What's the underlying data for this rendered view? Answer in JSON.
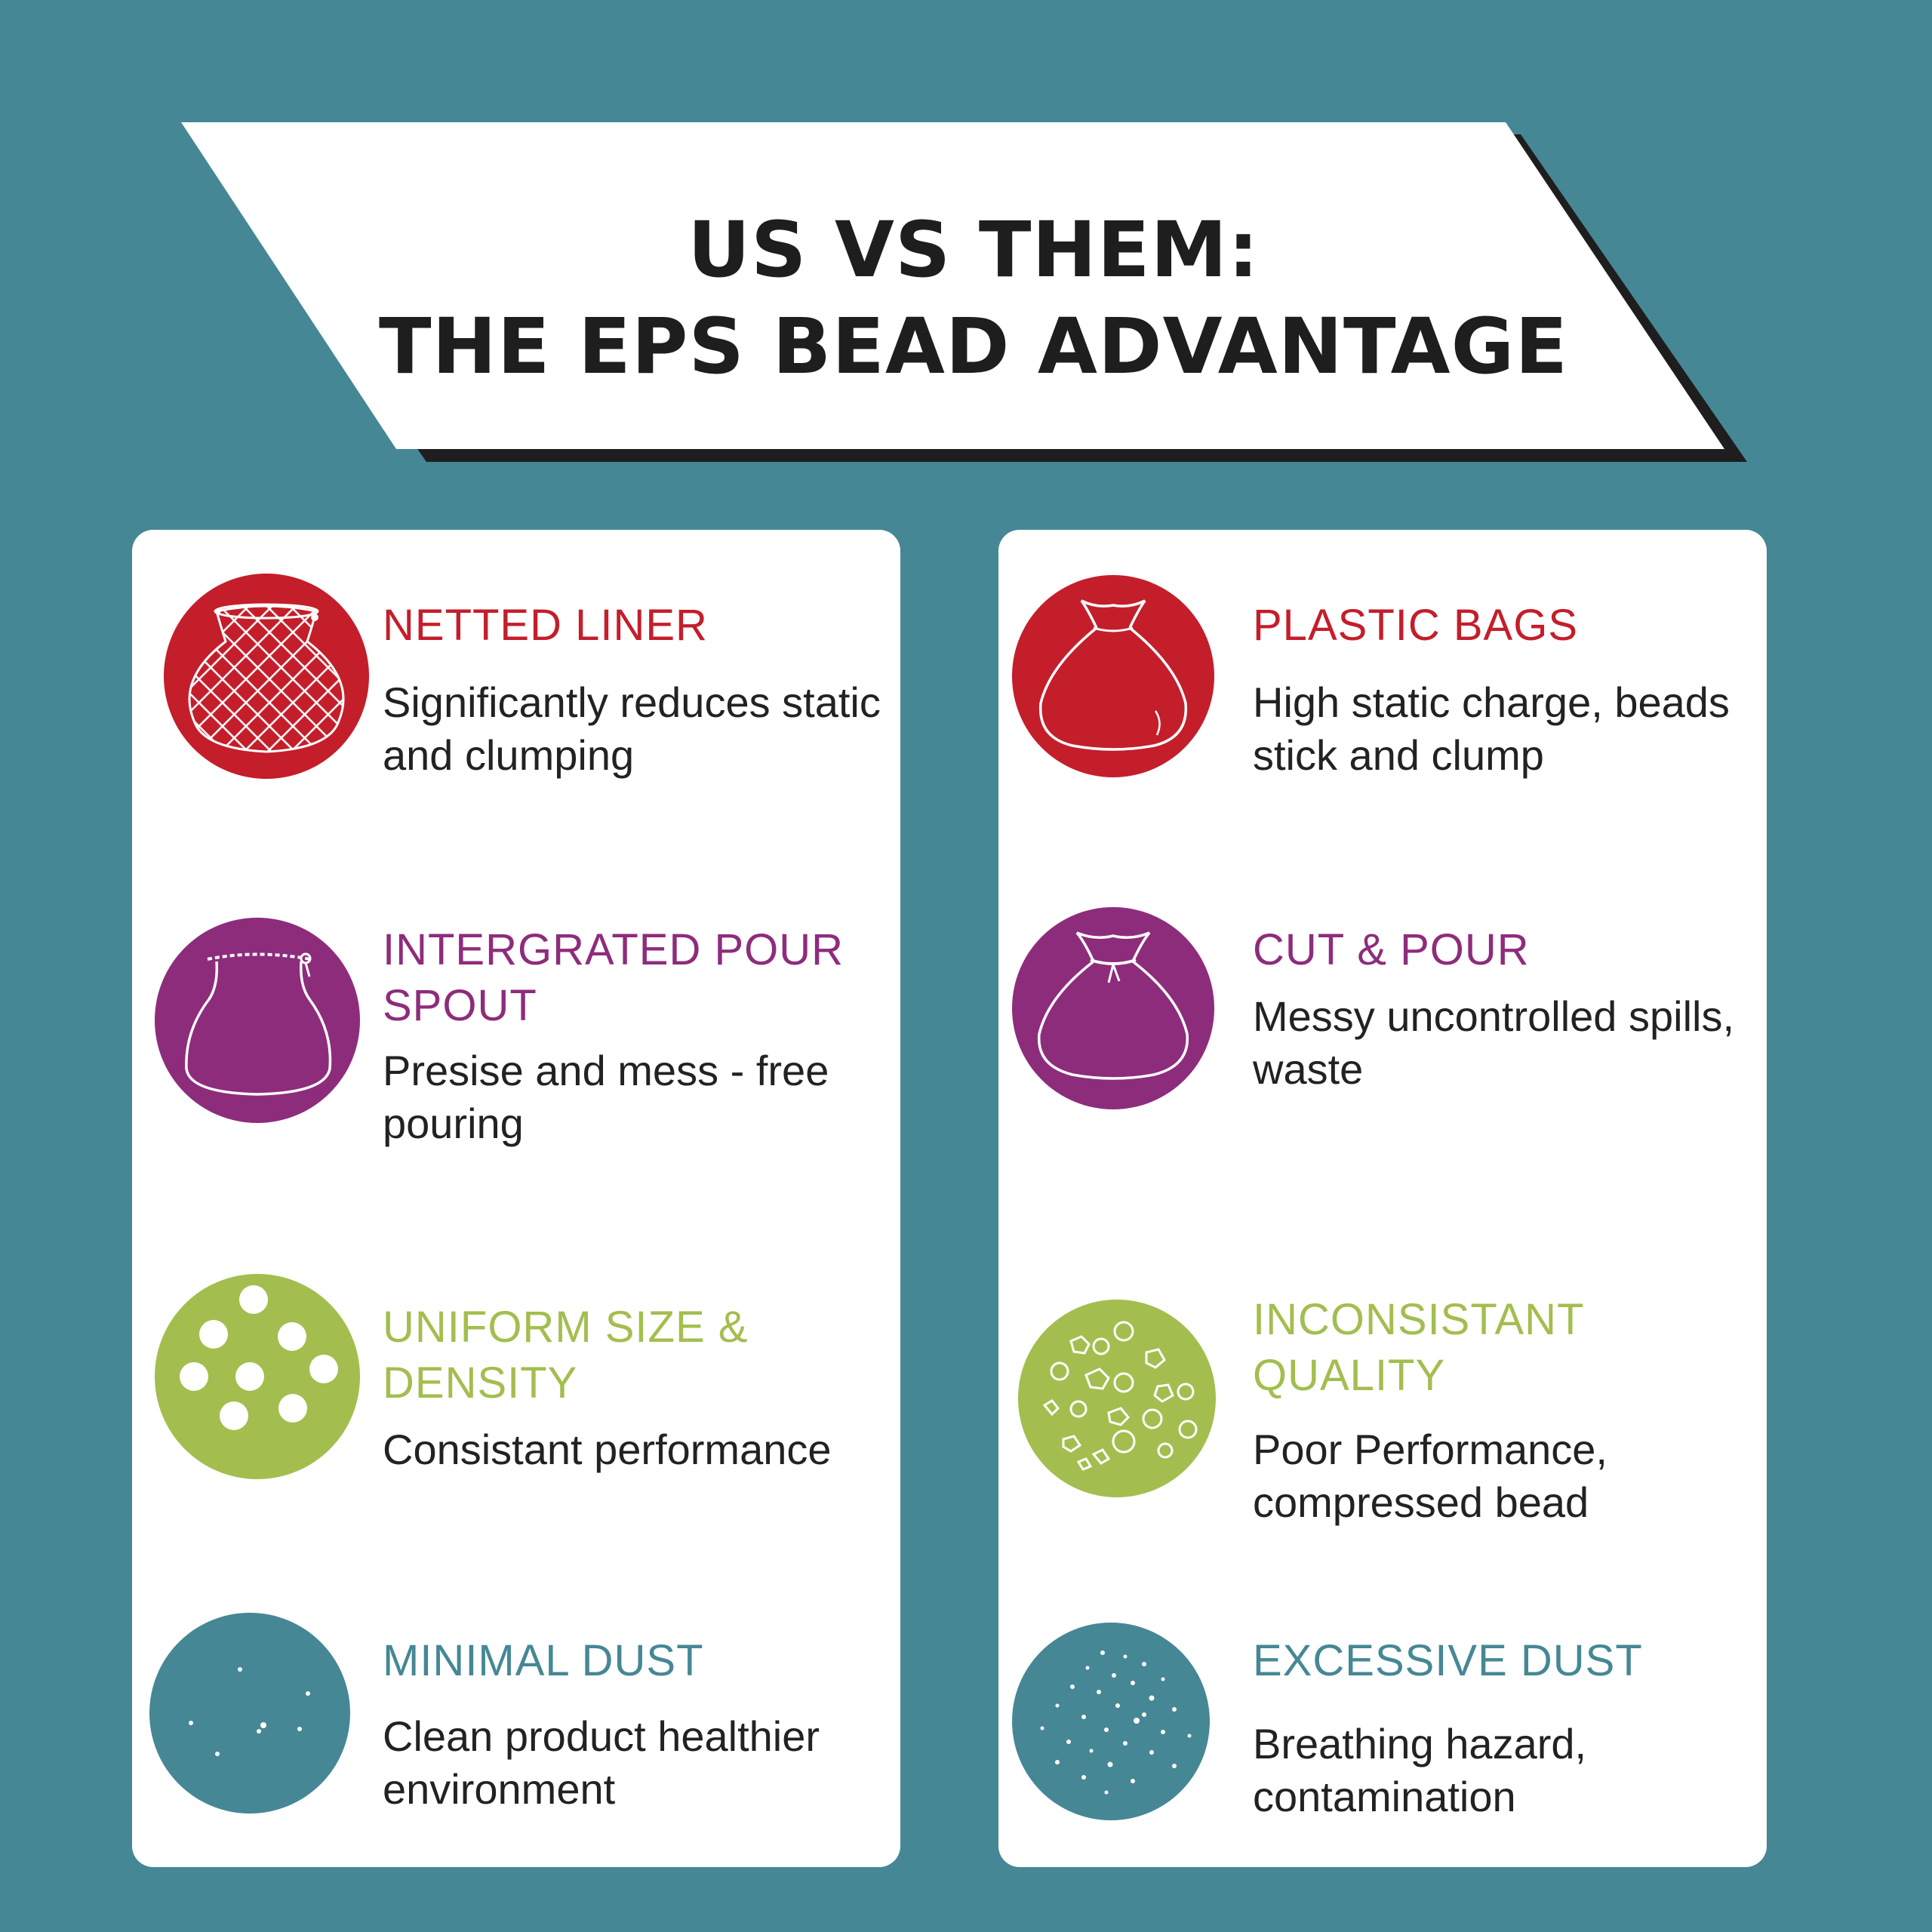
{
  "title": {
    "line1": "US VS THEM:",
    "line2": "THE EPS BEAD ADVANTAGE"
  },
  "colors": {
    "background": "#468795",
    "red": "#c41e2b",
    "purple": "#8e2c7c",
    "green": "#a3be4e",
    "teal": "#468795",
    "banner": "#ffffff",
    "banner_shadow": "#1e1e1e"
  },
  "us": [
    {
      "icon": "netted-bag-icon",
      "heading": "NETTED LINER",
      "description": "Significantly reduces static and clumping"
    },
    {
      "icon": "pour-spout-bag-icon",
      "heading": "INTERGRATED POUR SPOUT",
      "description": "Presise and mess - free pouring"
    },
    {
      "icon": "uniform-beads-icon",
      "heading": "UNIFORM SIZE & DENSITY",
      "description": "Consistant performance"
    },
    {
      "icon": "minimal-dust-icon",
      "heading": "MINIMAL DUST",
      "description": "Clean product healthier environment"
    }
  ],
  "them": [
    {
      "icon": "plastic-bag-icon",
      "heading": "PLASTIC BAGS",
      "description": "High static charge, beads stick and clump"
    },
    {
      "icon": "tied-bag-icon",
      "heading": "CUT & POUR",
      "description": "Messy uncontrolled spills, waste"
    },
    {
      "icon": "broken-beads-icon",
      "heading": "INCONSISTANT QUALITY",
      "description": "Poor Performance, compressed bead"
    },
    {
      "icon": "excessive-dust-icon",
      "heading": "EXCESSIVE DUST",
      "description": "Breathing hazard, contamination"
    }
  ]
}
